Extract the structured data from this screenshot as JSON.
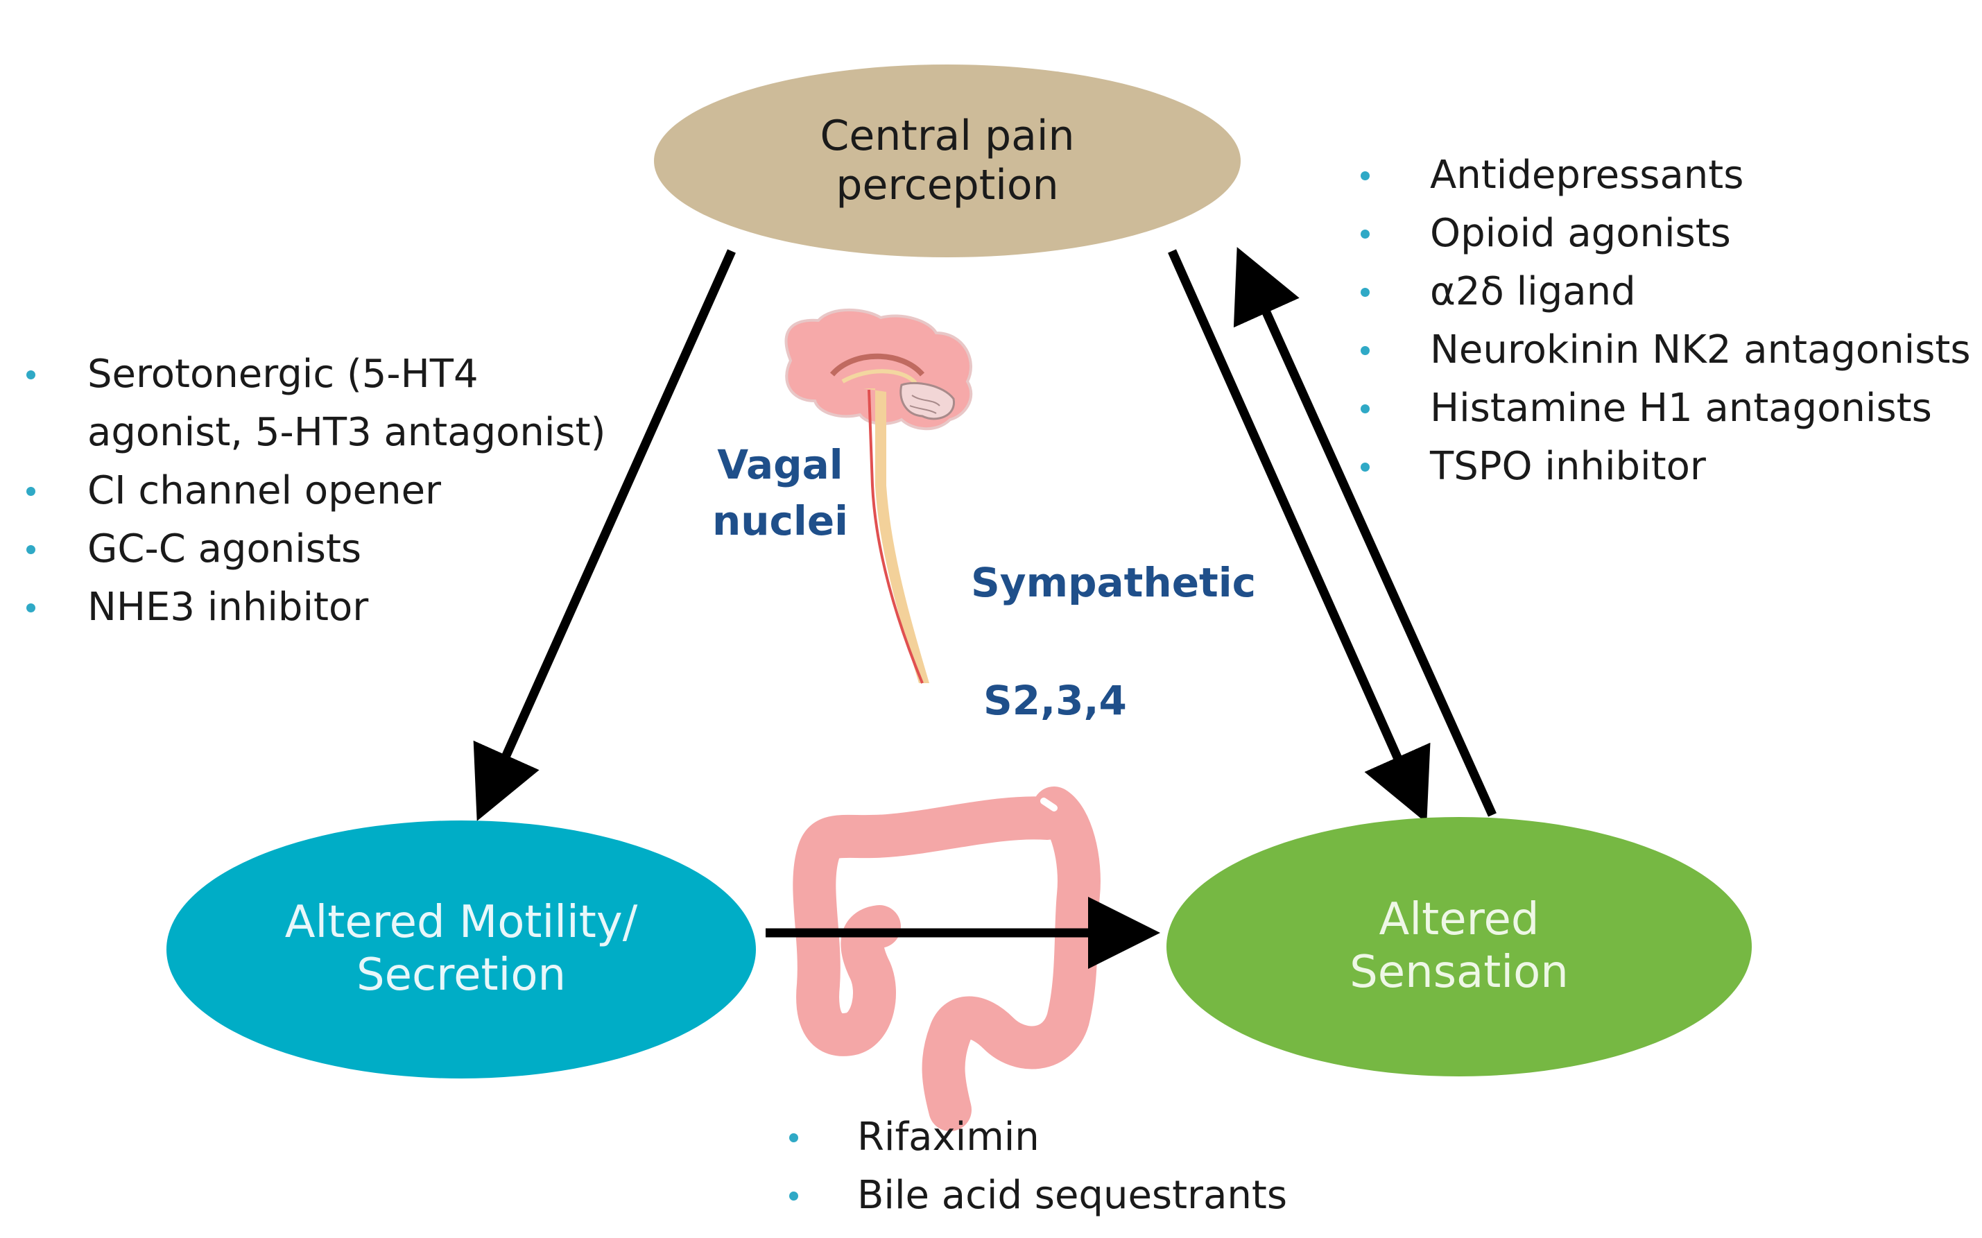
{
  "nodes": {
    "top": [
      "Central pain",
      "perception"
    ],
    "left": [
      "Altered Motility/",
      "Secretion"
    ],
    "right": [
      "Altered",
      "Sensation"
    ]
  },
  "therapies": {
    "left": [
      {
        "text": "Serotonergic (5-HT4",
        "bullet": true
      },
      {
        "text": "agonist, 5-HT3 antagonist)",
        "bullet": false
      },
      {
        "text": "CI channel opener",
        "bullet": true
      },
      {
        "text": "GC-C agonists",
        "bullet": true
      },
      {
        "text": "NHE3 inhibitor",
        "bullet": true
      }
    ],
    "right": [
      "Antidepressants",
      "Opioid agonists",
      "α2δ ligand",
      "Neurokinin NK2 antagonists",
      "Histamine H1 antagonists",
      "TSPO inhibitor"
    ],
    "bottom": [
      "Rifaximin",
      "Bile acid sequestrants"
    ]
  },
  "nerve_labels": {
    "vagal": [
      "Vagal",
      "nuclei"
    ],
    "sympathetic": "Sympathetic",
    "sacral": "S2,3,4"
  },
  "colors": {
    "top_node": "#cdbb99",
    "left_node": "#00adc6",
    "right_node": "#76b843",
    "bullet": "#2fa9c6",
    "nerve_label": "#1f4f8a",
    "colon": "#f4a7a7",
    "brain": "#f6a9a9",
    "arrow": "#000000"
  },
  "icons": [
    "brain-spinal-cord-icon",
    "colon-icon"
  ]
}
